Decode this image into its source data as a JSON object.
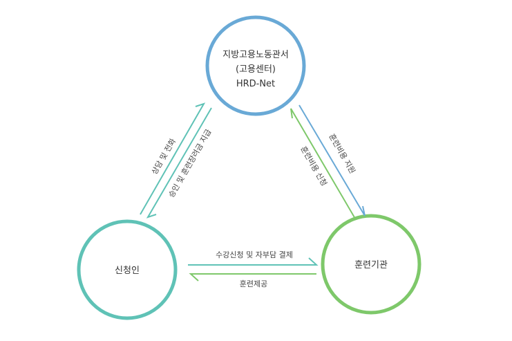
{
  "nodes": {
    "top": {
      "lines": [
        "지방고용노동관서",
        "(고용센터)",
        "HRD-Net"
      ],
      "color": "#69a9d6"
    },
    "left": {
      "label": "신청인",
      "color": "#5fc2b6"
    },
    "right": {
      "label": "훈련기관",
      "color": "#7ec86a"
    }
  },
  "edges": {
    "left_to_top": "상담 및 전화",
    "top_to_left": "승인 및 훈련장려금 지급",
    "top_to_right": "훈련비용 지원",
    "right_to_top": "훈련비용 신청",
    "left_to_right": "수강신청 및 자부담 결제",
    "right_to_left": "훈련제공"
  }
}
